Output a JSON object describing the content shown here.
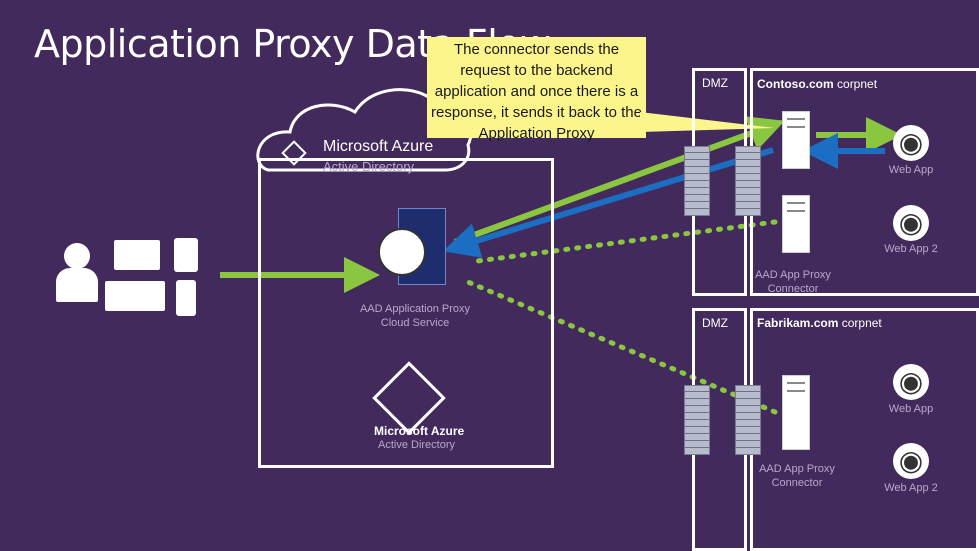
{
  "title": "Application Proxy Data Flow",
  "callout": "The connector sends the request to the backend application and once there is a response, it sends it back to the Application Proxy",
  "azure_cloud": {
    "brand": "Microsoft Azure",
    "product": "Active Directory"
  },
  "proxy_service": {
    "line1": "AAD Application Proxy",
    "line2": "Cloud Service"
  },
  "azure_logo": {
    "brand": "Microsoft Azure",
    "product": "Active Directory"
  },
  "contoso": {
    "dmz": "DMZ",
    "corpnet_bold": "Contoso.com",
    "corpnet_rest": "corpnet",
    "web_app_1": "Web App",
    "web_app_2": "Web App 2",
    "connector_line1": "AAD App Proxy",
    "connector_line2": "Connector"
  },
  "fabrikam": {
    "dmz": "DMZ",
    "corpnet_bold": "Fabrikam.com",
    "corpnet_rest": "corpnet",
    "web_app_1": "Web App",
    "web_app_2": "Web App 2",
    "connector_line1": "AAD App Proxy",
    "connector_line2": "Connector"
  },
  "colors": {
    "background": "#432a5c",
    "callout": "#fbf58c",
    "green_arrow": "#8ac640",
    "blue_arrow": "#1b6ec2",
    "dotted": "#8ac640"
  },
  "icons": [
    "user-icon",
    "apple-monitor-icon",
    "android-tablet-icon",
    "windows-laptop-icon",
    "windows-phone-icon",
    "cloud-icon",
    "server-icon",
    "firewall-icon",
    "globe-icon",
    "azure-ad-icon"
  ]
}
